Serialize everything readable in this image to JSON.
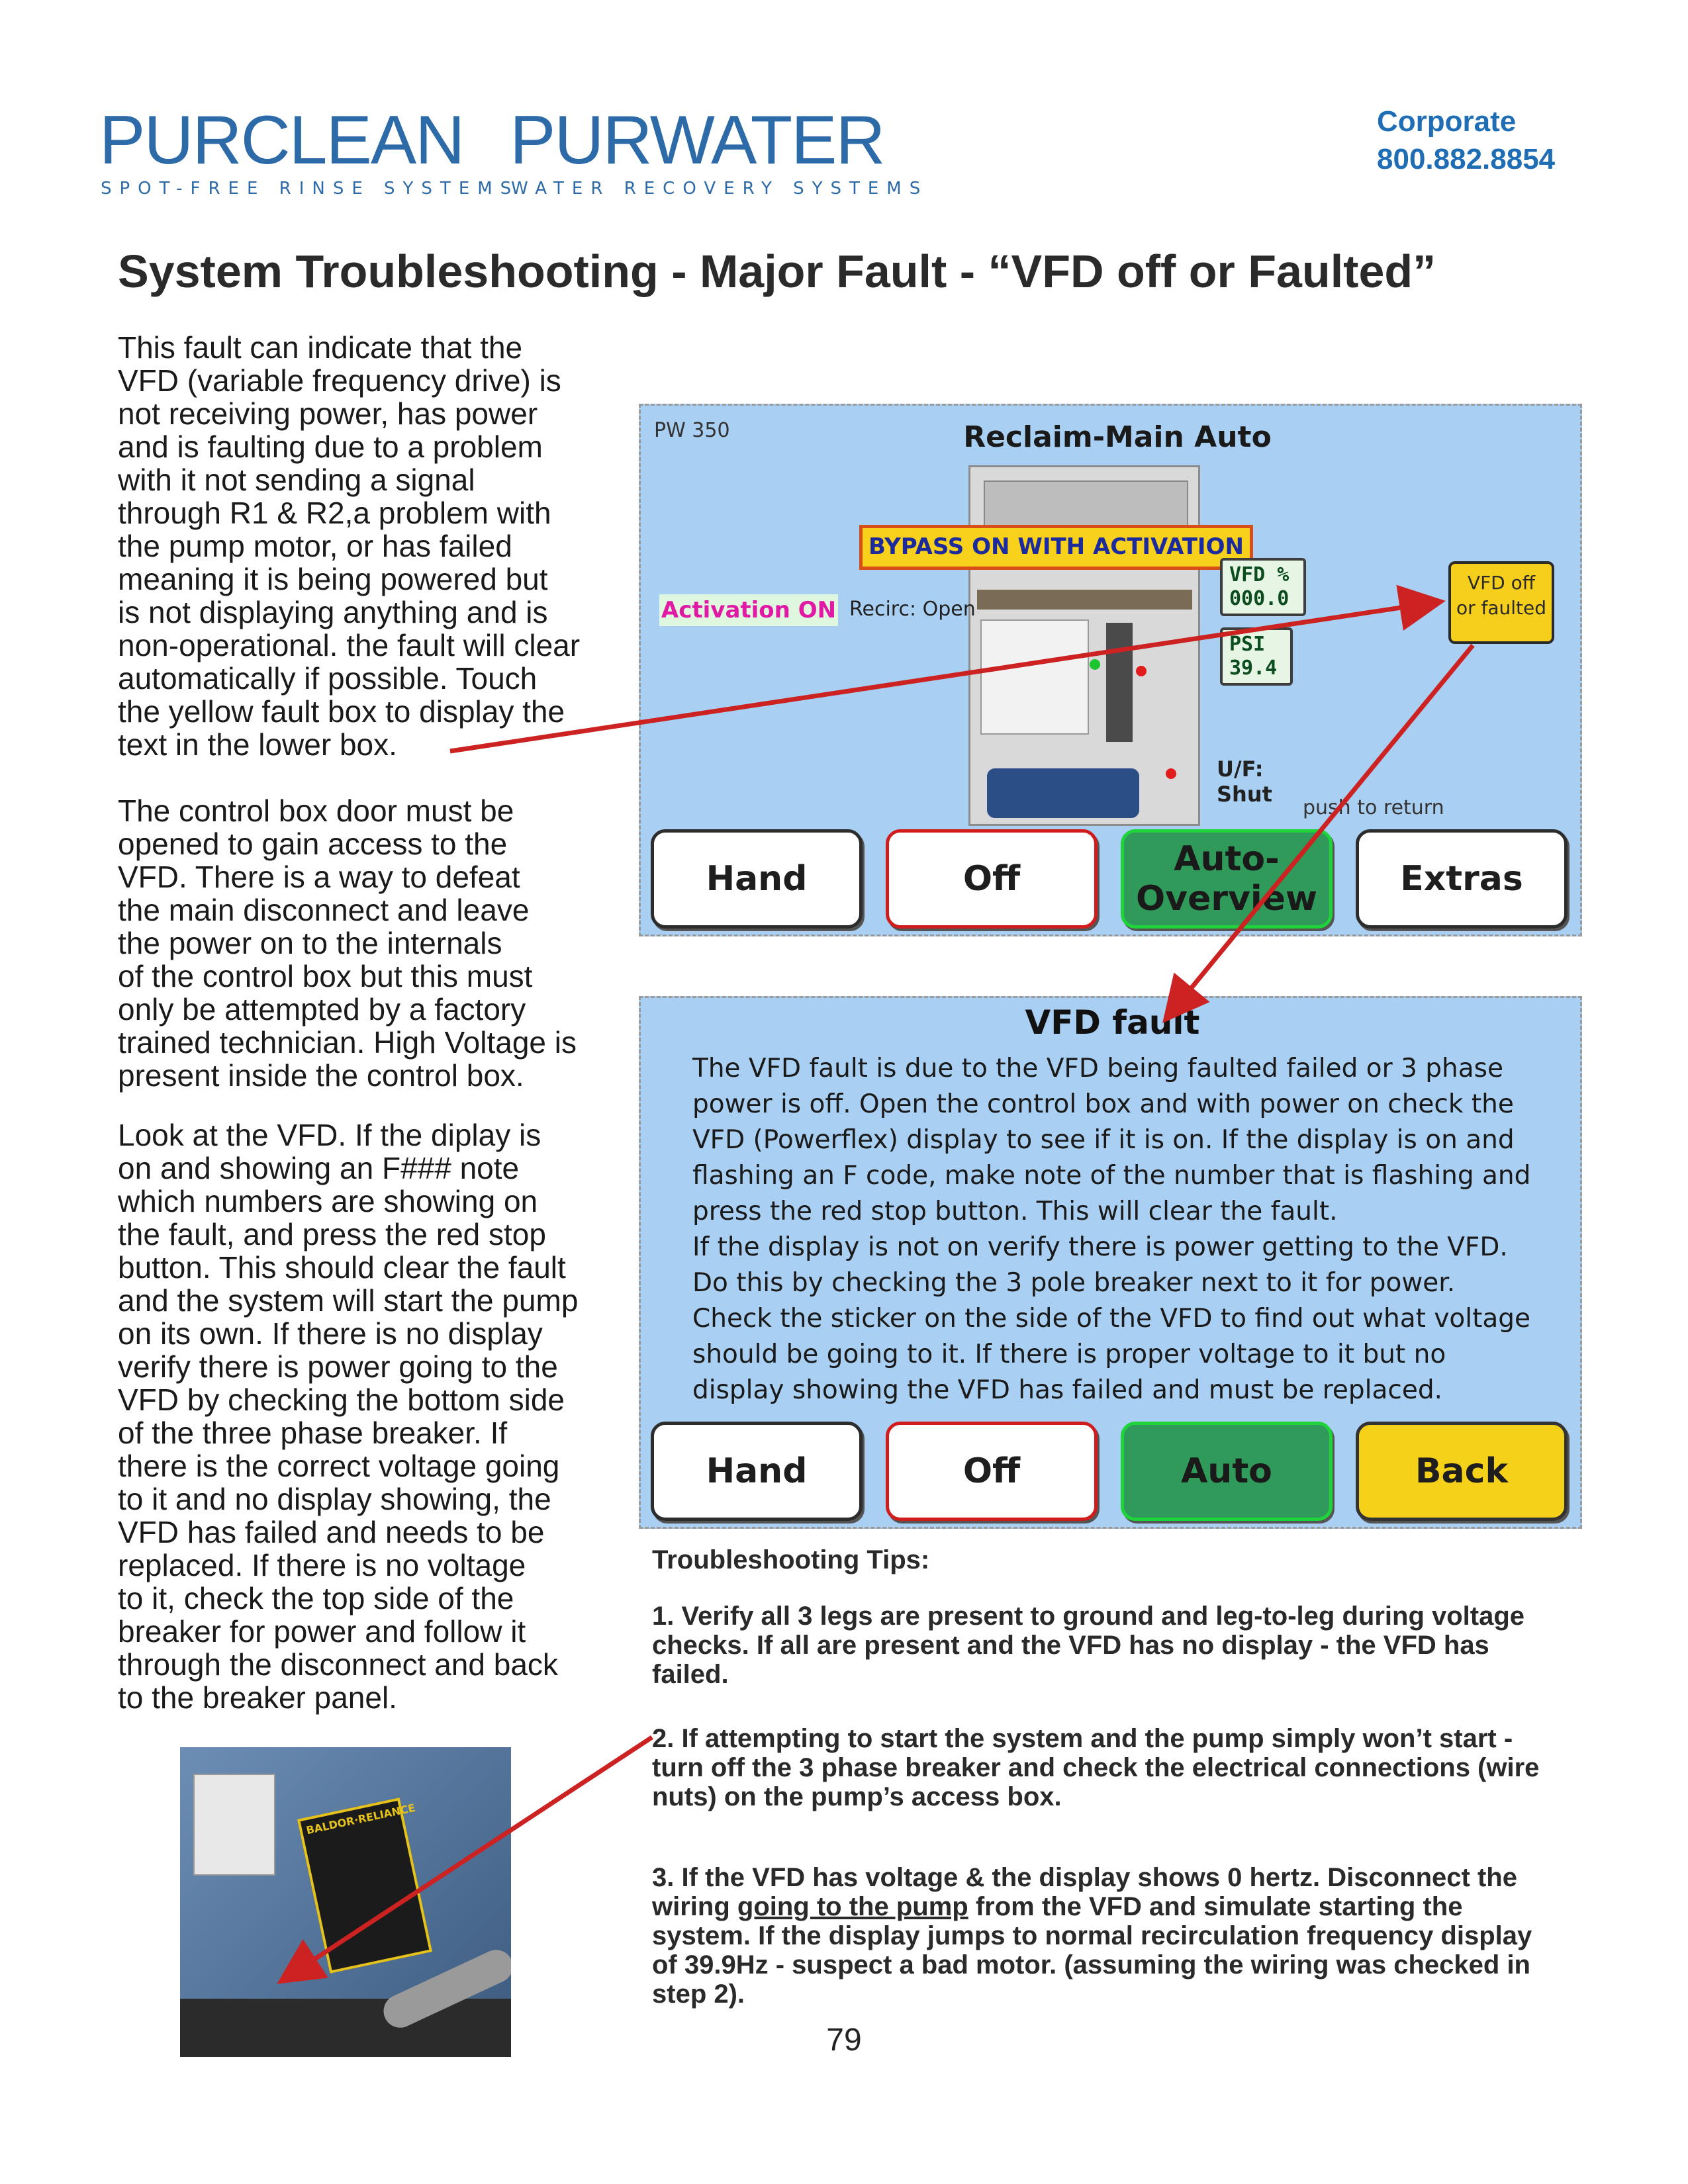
{
  "header": {
    "logo_left_main": "PURCLEAN",
    "logo_left_sub": "SPOT-FREE RINSE SYSTEMS",
    "logo_right_main": "PURWATER",
    "logo_right_sub": "WATER RECOVERY SYSTEMS",
    "corporate_label": "Corporate",
    "corporate_phone": "800.882.8854"
  },
  "title": "System Troubleshooting - Major Fault - “VFD off or Faulted”",
  "left_column": {
    "para1": "This fault can indicate that the\nVFD (variable frequency drive) is\nnot receiving power, has power\nand is faulting due to a problem\nwith it not sending a signal\nthrough R1 & R2,a problem with\nthe pump motor, or has failed\nmeaning it is being powered but\nis not displaying anything and is\nnon-operational. the fault will clear\nautomatically if possible. Touch\nthe yellow fault box to display the\ntext in the lower box.",
    "para2": "The control box door must be\nopened to gain access to the\nVFD. There is a way to defeat\nthe main disconnect and leave\nthe power on to the internals\nof the control box but this must\nonly be attempted by a factory\ntrained technician. High Voltage is\npresent inside the control box.",
    "para3": "Look at the VFD. If the diplay is\non and showing an F### note\nwhich numbers are showing on\nthe fault, and press the red stop\nbutton.  This should clear the fault\nand the system will start the pump\non its own.  If there is no display\nverify there is power going to the\nVFD by checking the bottom side\nof the three phase breaker.  If\nthere is the correct voltage going\nto it and no display showing, the\nVFD has failed and needs to be\nreplaced.  If there is no voltage\nto it, check the top side of the\nbreaker for power and follow it\nthrough the disconnect and back\nto the breaker panel."
  },
  "hmi_main": {
    "model": "PW 350",
    "title": "Reclaim-Main Auto",
    "bypass": "BYPASS ON WITH ACTIVATION",
    "activation": "Activation ON",
    "recirc": "Recirc: Open",
    "vfd_label": "VFD %",
    "vfd_value": "000.0",
    "psi_label": "PSI",
    "psi_value": "39.4",
    "fault_line1": "VFD off",
    "fault_line2": "or faulted",
    "uf_line1": "U/F:",
    "uf_line2": "Shut",
    "push_hint": "push to return",
    "buttons": {
      "hand": "Hand",
      "off": "Off",
      "auto_line1": "Auto-",
      "auto_line2": "Overview",
      "extras": "Extras"
    }
  },
  "hmi_fault": {
    "title": "VFD fault",
    "text": "The VFD fault is due to the VFD being faulted failed or 3 phase\npower is off. Open the control box and with power on check the\nVFD (Powerflex) display to see if it is on. If the display is on and\nflashing an F code, make note of the number that is flashing and\npress the red stop button. This will clear the fault.\nIf the display is not on verify there is power getting to the VFD.\nDo this by checking the 3 pole breaker next to it for power.\nCheck the sticker on the side of the VFD to find out what voltage\nshould be going to it. If there is proper voltage to it but no\ndisplay showing the VFD has failed and must be replaced.",
    "buttons": {
      "hand": "Hand",
      "off": "Off",
      "auto": "Auto",
      "back": "Back"
    }
  },
  "tips": {
    "heading": "Troubleshooting Tips:",
    "tip1": "1. Verify all 3 legs are present to ground and leg-to-leg during voltage checks. If all are present and the VFD has no display - the VFD has failed.",
    "tip2": "2. If attempting to start the system and the pump simply won’t start - turn off the 3 phase breaker and check the electrical connections (wire nuts) on the pump’s access box.",
    "tip3_a": "3. If the VFD has voltage & the display shows 0 hertz. Disconnect the wiring ",
    "tip3_u": "going to the pump",
    "tip3_b": " from the VFD and simulate starting the system. If the display jumps to normal recirculation frequency display of 39.9Hz - suspect a bad motor. (assuming the wiring was checked in step 2)."
  },
  "motor_photo": {
    "nameplate": "BALDOR·RELIANCE"
  },
  "page_number": "79",
  "colors": {
    "brand_blue": "#2d6aa8",
    "screen_bg": "#a9cff2",
    "fault_yellow": "#f5cf1c",
    "auto_green": "#2f9a5a",
    "arrow_red": "#cc2222"
  }
}
